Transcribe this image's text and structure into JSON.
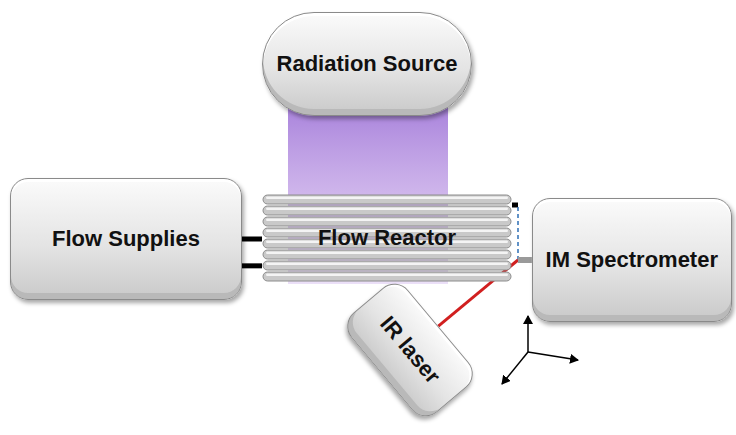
{
  "diagram": {
    "nodes": [
      {
        "text": [
          "Radiation Source"
        ]
      },
      {
        "text": [
          "Flow Supplies"
        ]
      },
      {
        "text": [
          "Flow Reactor"
        ]
      },
      {
        "text": [
          "IM Spectrometer"
        ]
      },
      {
        "text": [
          "IR laser"
        ]
      }
    ],
    "edges": [
      {
        "from": 1,
        "to": 2,
        "arrow": "none"
      },
      {
        "from": 1,
        "to": 2,
        "arrow": "none"
      },
      {
        "from": 2,
        "to": 3,
        "arrow": "none"
      },
      {
        "from": 4,
        "to": 3,
        "arrow": "none"
      }
    ]
  }
}
